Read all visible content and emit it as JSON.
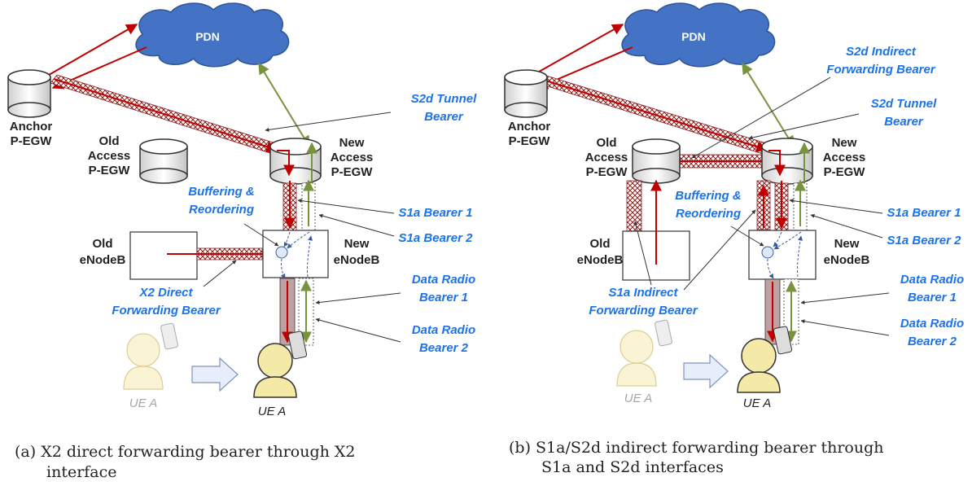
{
  "colors": {
    "downlink": "#c00000",
    "uplink": "#77933c",
    "label_blue": "#1a73e8",
    "cloud": "#4472c4",
    "ue_body": "#f5e9a8",
    "ue_ghost": "#faf4d4",
    "ue_text_ghost": "#a6a6a6"
  },
  "panel_a": {
    "pdn": "PDN",
    "anchor": [
      "Anchor",
      "P-EGW"
    ],
    "old_access": [
      "Old",
      "Access",
      "P-EGW"
    ],
    "new_access": [
      "New",
      "Access",
      "P-EGW"
    ],
    "old_enb": [
      "Old",
      "eNodeB"
    ],
    "new_enb": [
      "New",
      "eNodeB"
    ],
    "s2d_tunnel": [
      "S2d Tunnel",
      "Bearer"
    ],
    "buffering": [
      "Buffering &",
      "Reordering"
    ],
    "s1a_bearer_1": "S1a Bearer 1",
    "s1a_bearer_2": "S1a Bearer 2",
    "x2_forwarding": [
      "X2 Direct",
      "Forwarding Bearer"
    ],
    "drb1": [
      "Data Radio",
      "Bearer 1"
    ],
    "drb2": [
      "Data Radio",
      "Bearer 2"
    ],
    "ue_old": "UE A",
    "ue_new": "UE A",
    "caption": [
      "(a)  X2  direct  forwarding  bearer  through  X2",
      "interface"
    ]
  },
  "panel_b": {
    "pdn": "PDN",
    "s2d_indirect": [
      "S2d Indirect",
      "Forwarding Bearer"
    ],
    "anchor": [
      "Anchor",
      "P-EGW"
    ],
    "s2d_tunnel": [
      "S2d Tunnel",
      "Bearer"
    ],
    "old_access": [
      "Old",
      "Access",
      "P-EGW"
    ],
    "new_access": [
      "New",
      "Access",
      "P-EGW"
    ],
    "buffering": [
      "Buffering &",
      "Reordering"
    ],
    "s1a_bearer_1": "S1a Bearer 1",
    "s1a_bearer_2": "S1a Bearer 2",
    "old_enb": [
      "Old",
      "eNodeB"
    ],
    "new_enb": [
      "New",
      "eNodeB"
    ],
    "s1a_indirect": [
      "S1a Indirect",
      "Forwarding Bearer"
    ],
    "drb1": [
      "Data Radio",
      "Bearer 1"
    ],
    "drb2": [
      "Data Radio",
      "Bearer 2"
    ],
    "ue_old": "UE A",
    "ue_new": "UE A",
    "caption": [
      "(b) S1a/S2d indirect forwarding bearer through",
      "S1a and S2d interfaces"
    ]
  }
}
